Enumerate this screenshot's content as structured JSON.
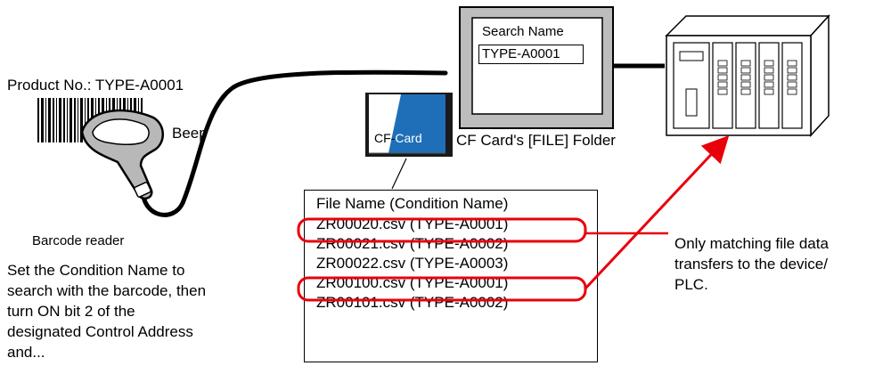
{
  "product_label": "Product No.: TYPE-A0001",
  "beep_label": "Beep",
  "barcode_reader_label": "Barcode reader",
  "instruction_lines": [
    "Set the Condition Name to",
    "search with the barcode, then",
    "turn ON bit 2 of the",
    "designated Control Address",
    "and..."
  ],
  "display": {
    "search_label": "Search Name",
    "search_value": "TYPE-A0001"
  },
  "cf_card": {
    "label_left": "CF-",
    "label_right": "Card",
    "folder_caption": "CF Card's [FILE] Folder",
    "card_color": "#1f6fb8"
  },
  "file_list": {
    "header": "File Name (Condition Name)",
    "rows": [
      {
        "text": "ZR00020.csv (TYPE-A0001)",
        "highlighted": true
      },
      {
        "text": "ZR00021.csv (TYPE-A0002)",
        "highlighted": false
      },
      {
        "text": "ZR00022.csv (TYPE-A0003)",
        "highlighted": false
      },
      {
        "text": "ZR00100.csv (TYPE-A0001)",
        "highlighted": true
      },
      {
        "text": "ZR00101.csv (TYPE-A0002)",
        "highlighted": false
      }
    ]
  },
  "result_note_lines": [
    "Only matching file data",
    "transfers to the device/",
    "PLC."
  ],
  "colors": {
    "highlight": "#e8000b",
    "cable": "#000000"
  }
}
